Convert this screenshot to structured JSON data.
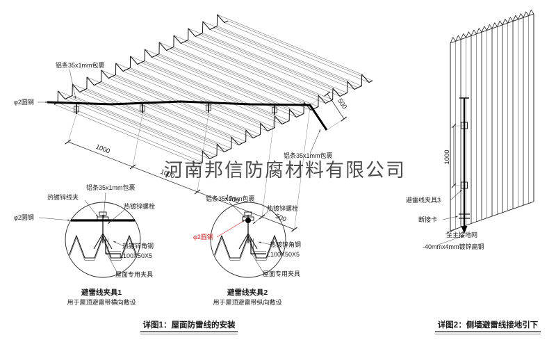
{
  "watermark": {
    "text": "河南邦信防腐材料有限公司"
  },
  "colors": {
    "red_accent": "#cc2222"
  },
  "roof_view": {
    "al_strip_label_left": "铝条35x1mm包裹",
    "round_steel_label": "φ2圆钢",
    "al_strip_label_right": "铝条35x1mm包裹",
    "dims": [
      "1000",
      "1000",
      "1000",
      "500"
    ],
    "overhang_dim": "500"
  },
  "detail1": {
    "wire_clip_label": "热镀锌线夹",
    "al_strip_label": "铝条35x1mm包裹",
    "bolt_label": "热镀锌螺栓",
    "round_steel_label": "φ2圆钢",
    "angle_steel_label": "热镀锌角钢",
    "angle_steel_size": "L100X50X5",
    "roof_fixture_label": "屋面专用夹具",
    "title": "避雷线夹具1",
    "subtitle": "用于屋顶避雷带横向敷设"
  },
  "detail2": {
    "al_strip_label": "铝条35x1mm包裹",
    "bolt_label": "热镀锌螺栓",
    "round_steel_label": "φ2圆钢",
    "angle_steel_label": "热镀锌角钢",
    "angle_steel_size": "L100X50X5",
    "roof_fixture_label": "屋面专用夹具",
    "title": "避雷线夹具2",
    "subtitle": "用于屋顶避雷带纵向敷设"
  },
  "wall_view": {
    "dim": "1000",
    "clamp_label": "避雷线夹具3",
    "disconnect_label": "断接卡",
    "to_ground_label": "至主接地网",
    "flat_steel_label": "-40mmx4mm镀锌扁钢"
  },
  "captions": {
    "detail1": "详图1：屋面防雷线的安装",
    "detail2": "详图2：侧墙避雷线接地引下"
  }
}
